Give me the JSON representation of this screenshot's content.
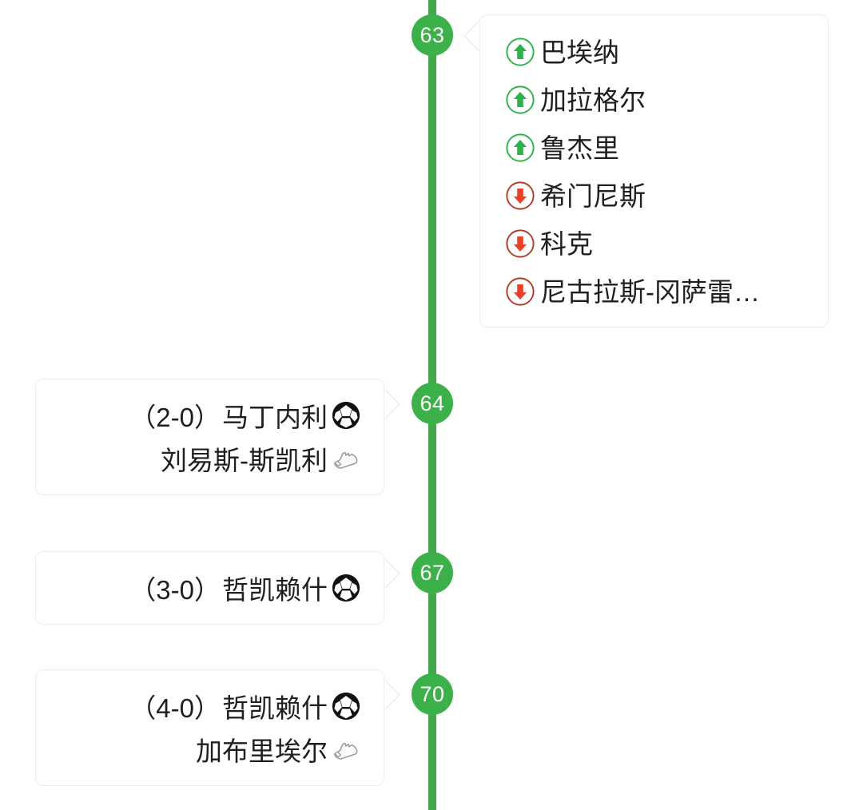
{
  "theme": {
    "timeline_color": "#42a94a",
    "node_color": "#3cb14a",
    "card_border": "#ededed",
    "card_background": "#ffffff",
    "page_background": "#ffffff",
    "sub_in_color": "#2eb14a",
    "sub_out_color": "#e8412a",
    "sub_out_ring_color": "#b03a26",
    "text_color": "#1f1f1f",
    "boot_icon_color": "#9a9a9a"
  },
  "timeline": {
    "events": [
      {
        "minute": "63",
        "side": "right",
        "type": "substitution",
        "substitutions": [
          {
            "direction": "in",
            "icon": "arrow-up-circle-icon",
            "player": "巴埃纳"
          },
          {
            "direction": "in",
            "icon": "arrow-up-circle-icon",
            "player": "加拉格尔"
          },
          {
            "direction": "in",
            "icon": "arrow-up-circle-icon",
            "player": "鲁杰里"
          },
          {
            "direction": "out",
            "icon": "arrow-down-circle-icon",
            "player": "希门尼斯"
          },
          {
            "direction": "out",
            "icon": "arrow-down-circle-icon",
            "player": "科克"
          },
          {
            "direction": "out",
            "icon": "arrow-down-circle-icon",
            "player": "尼古拉斯-冈萨雷…"
          }
        ]
      },
      {
        "minute": "64",
        "side": "left",
        "type": "goal",
        "score": "（2-0）",
        "scorer": "马丁内利",
        "scorer_icon": "soccer-ball-icon",
        "assist": "刘易斯-斯凯利",
        "assist_icon": "boot-icon"
      },
      {
        "minute": "67",
        "side": "left",
        "type": "goal",
        "score": "（3-0）",
        "scorer": "哲凯赖什",
        "scorer_icon": "soccer-ball-icon",
        "assist": "",
        "assist_icon": ""
      },
      {
        "minute": "70",
        "side": "left",
        "type": "goal",
        "score": "（4-0）",
        "scorer": "哲凯赖什",
        "scorer_icon": "soccer-ball-icon",
        "assist": "加布里埃尔",
        "assist_icon": "boot-icon"
      }
    ]
  }
}
